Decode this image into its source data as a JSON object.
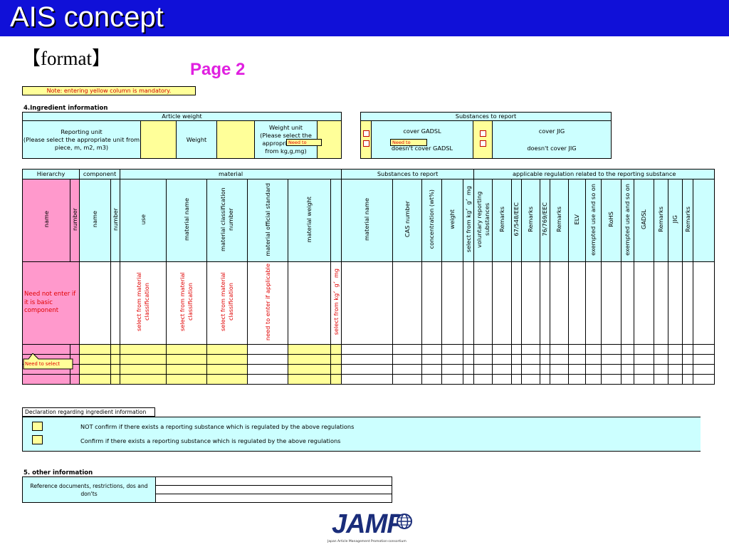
{
  "header": {
    "title": "AIS concept"
  },
  "format_label": "【format】",
  "page_label": "Page 2",
  "note": "Note: entering yellow column is mandatory.",
  "ingredient": {
    "section_title": "4.Ingredient information",
    "article_weight": {
      "header": "Article weight",
      "reporting_unit": "Reporting unit\n(Please select the appropriate unit from piece, m, m2, m3)",
      "weight": "Weight",
      "weight_unit": "Weight unit\n(Please select the appropriate unit from kg,g,mg)",
      "tooltip": "Need to"
    },
    "substances": {
      "header": "Substances to report",
      "cover_gadsl": "cover GADSL",
      "not_cover_gadsl": "doesn't cover GADSL",
      "cover_jig": "cover JIG",
      "not_cover_jig": "doesn't cover JIG",
      "tooltip": "Need to"
    }
  },
  "main_table": {
    "groups": {
      "hierarchy": "Hierarchy",
      "component": "component",
      "material": "material",
      "substances": "Substances to report",
      "regulation": "applicable regulation related to the reporting substance"
    },
    "columns": {
      "h_name": "name",
      "h_number": "number",
      "c_name": "name",
      "c_number": "number",
      "use": "use",
      "material_name": "material name",
      "material_class_no": "material classification number",
      "material_std": "material official standard",
      "material_weight": "material weight",
      "s_material_name": "material name",
      "cas": "CAS number",
      "conc": "concentration (wt%)",
      "weight": "weight",
      "weight_unit": "select from kg、g、mg",
      "voluntary": "voluntary reporting substances",
      "r1": "Remarks",
      "eec67": "67/548/EEC",
      "r2": "Remarks",
      "eec76": "76/769/EEC",
      "r3": "Remarks",
      "elv": "ELV",
      "exempt1": "exempted use and so on",
      "rohs": "RoHS",
      "exempt2": "exempted use and so on",
      "gadsl": "GADSL",
      "r4": "Remarks",
      "jig": "JIG",
      "r5": "Remarks"
    },
    "guidance": {
      "hierarchy": "Need not enter if it is basic component",
      "use": "select from material classification",
      "material_name": "select from material classification",
      "material_class_no": "select from material classification",
      "material_std": "need to enter if applicable",
      "material_weight_unit": "select from kg、g、mg"
    },
    "tooltip": "Need to select"
  },
  "declaration": {
    "title": "Declaration regarding ingredient information",
    "opt1": "NOT confirm if there exists a reporting substance which is regulated by the above regulations",
    "opt2": "Confirm if there exists a reporting substance which is regulated by the above regulations"
  },
  "other": {
    "section_title": "5. other information",
    "ref_label": "Reference documents, restrictions, dos and don'ts"
  },
  "logo": {
    "text": "JAMP",
    "subtitle": "Japan Article Management Promotion-consortium"
  }
}
